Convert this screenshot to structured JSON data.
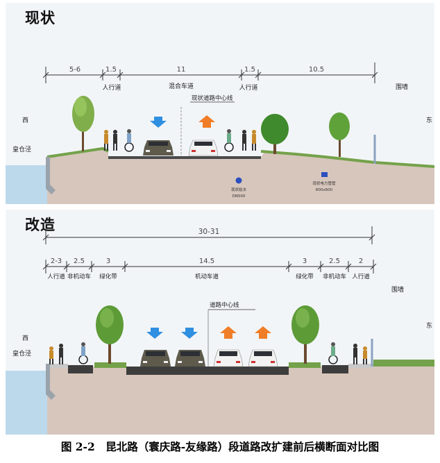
{
  "panels": {
    "before": {
      "title": "现状",
      "dims": [
        "5-6",
        "1.5",
        "11",
        "1.5",
        "10.5"
      ],
      "labels": {
        "sidewalk_left": "人行道",
        "mixed_lane": "混合车道",
        "centerline": "现状道路中心线",
        "sidewalk_right": "人行道",
        "wall": "围墙",
        "west": "西",
        "east": "东",
        "canal": "皇仓泾",
        "water_main": "现状给水",
        "water_size": "DN500",
        "power_duct": "现状电力管管",
        "power_size": "800x600"
      }
    },
    "after": {
      "title": "改造",
      "total_width": "30-31",
      "dims": [
        "2-3",
        "2.5",
        "3",
        "14.5",
        "3",
        "2.5",
        "2"
      ],
      "zones": [
        "人行道",
        "非机动车",
        "绿化带",
        "机动车道",
        "绿化带",
        "非机动车",
        "人行道"
      ],
      "labels": {
        "centerline": "道路中心线",
        "wall": "围墙",
        "west": "西",
        "east": "东",
        "canal": "皇仓泾"
      }
    }
  },
  "caption": "图 2-2　昆北路（寰庆路-友缘路）段道路改扩建前后横断面对比图",
  "colors": {
    "arrow_down": "#2f8fe0",
    "arrow_up": "#f07d28",
    "ground": "#d7c6bc",
    "grass": "#74a24a",
    "water": "#bcd9ec",
    "road": "#4a4a4a",
    "pipe_blue": "#2c4fbf"
  }
}
